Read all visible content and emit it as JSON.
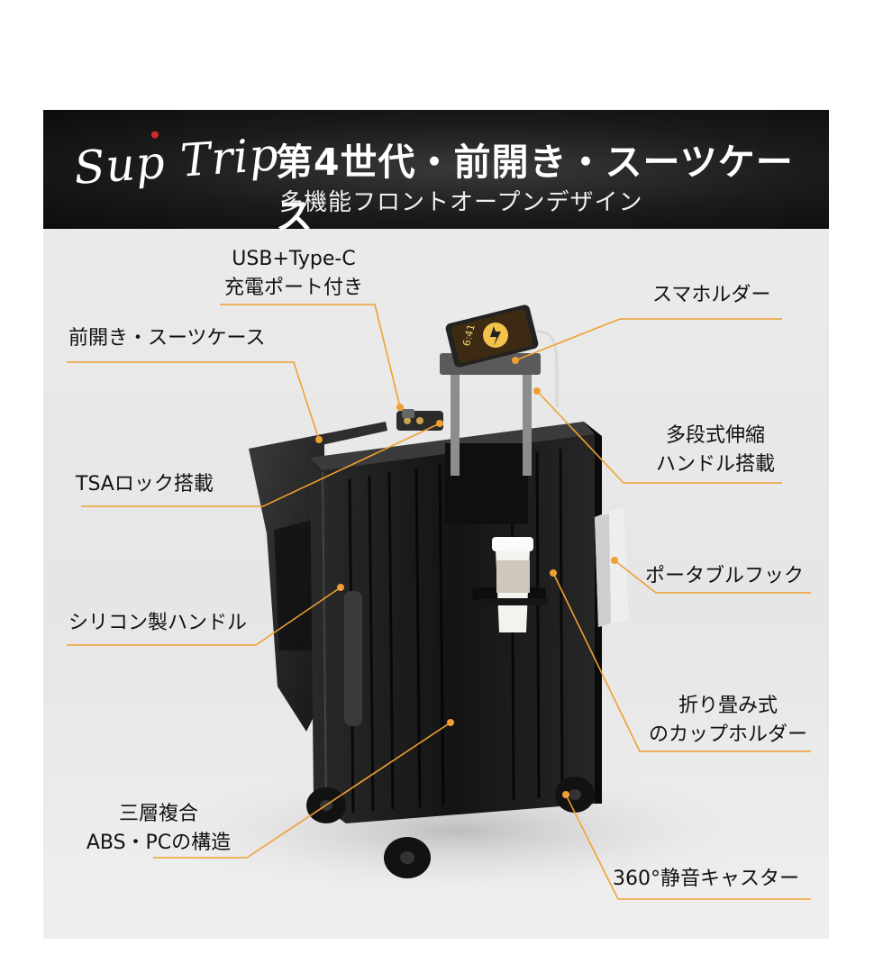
{
  "brand": {
    "logo_text": "Sup Trip"
  },
  "header": {
    "title": "第4世代・前開き・スーツケース",
    "subtitle": "多機能フロントオープンデザイン"
  },
  "phone": {
    "time": "6:41"
  },
  "colors": {
    "accent": "#F0A030",
    "banner": "#151515",
    "body": "#1c1c1c",
    "panel": "#e9e9e9"
  },
  "features": {
    "usb_port": {
      "line1": "USB+Type-C",
      "line2": "充電ポート付き"
    },
    "front_open": "前開き・スーツケース",
    "tsa_lock": "TSAロック搭載",
    "silicone_handle": "シリコン製ハンドル",
    "shell": {
      "line1": "三層複合",
      "line2": "ABS・PCの構造"
    },
    "phone_holder": "スマホルダー",
    "telescopic_handle": {
      "line1": "多段式伸縮",
      "line2": "ハンドル搭載"
    },
    "portable_hook": "ポータブルフック",
    "cup_holder": {
      "line1": "折り畳み式",
      "line2": "のカップホルダー"
    },
    "casters": "360°静音キャスター"
  }
}
